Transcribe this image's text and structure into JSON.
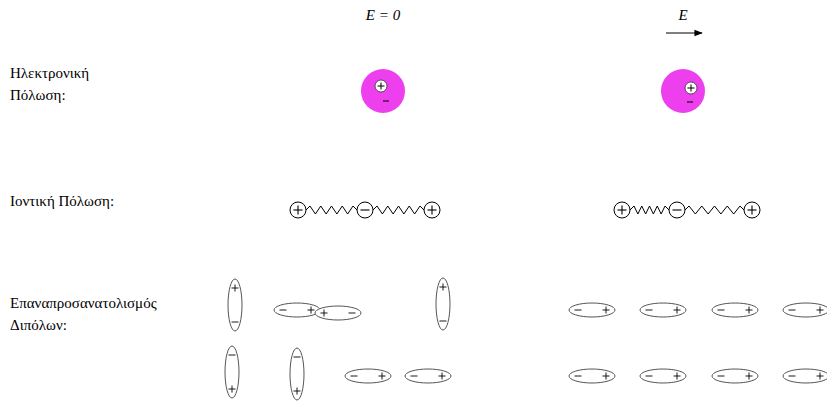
{
  "diagram": {
    "labels": [
      "E = 0",
      "E",
      "Ηλεκτρονική Πόλωση:",
      "Ιοντική Πόλωση:",
      "Επαναπροσανατολισμός Διπόλων:"
    ]
  }
}
